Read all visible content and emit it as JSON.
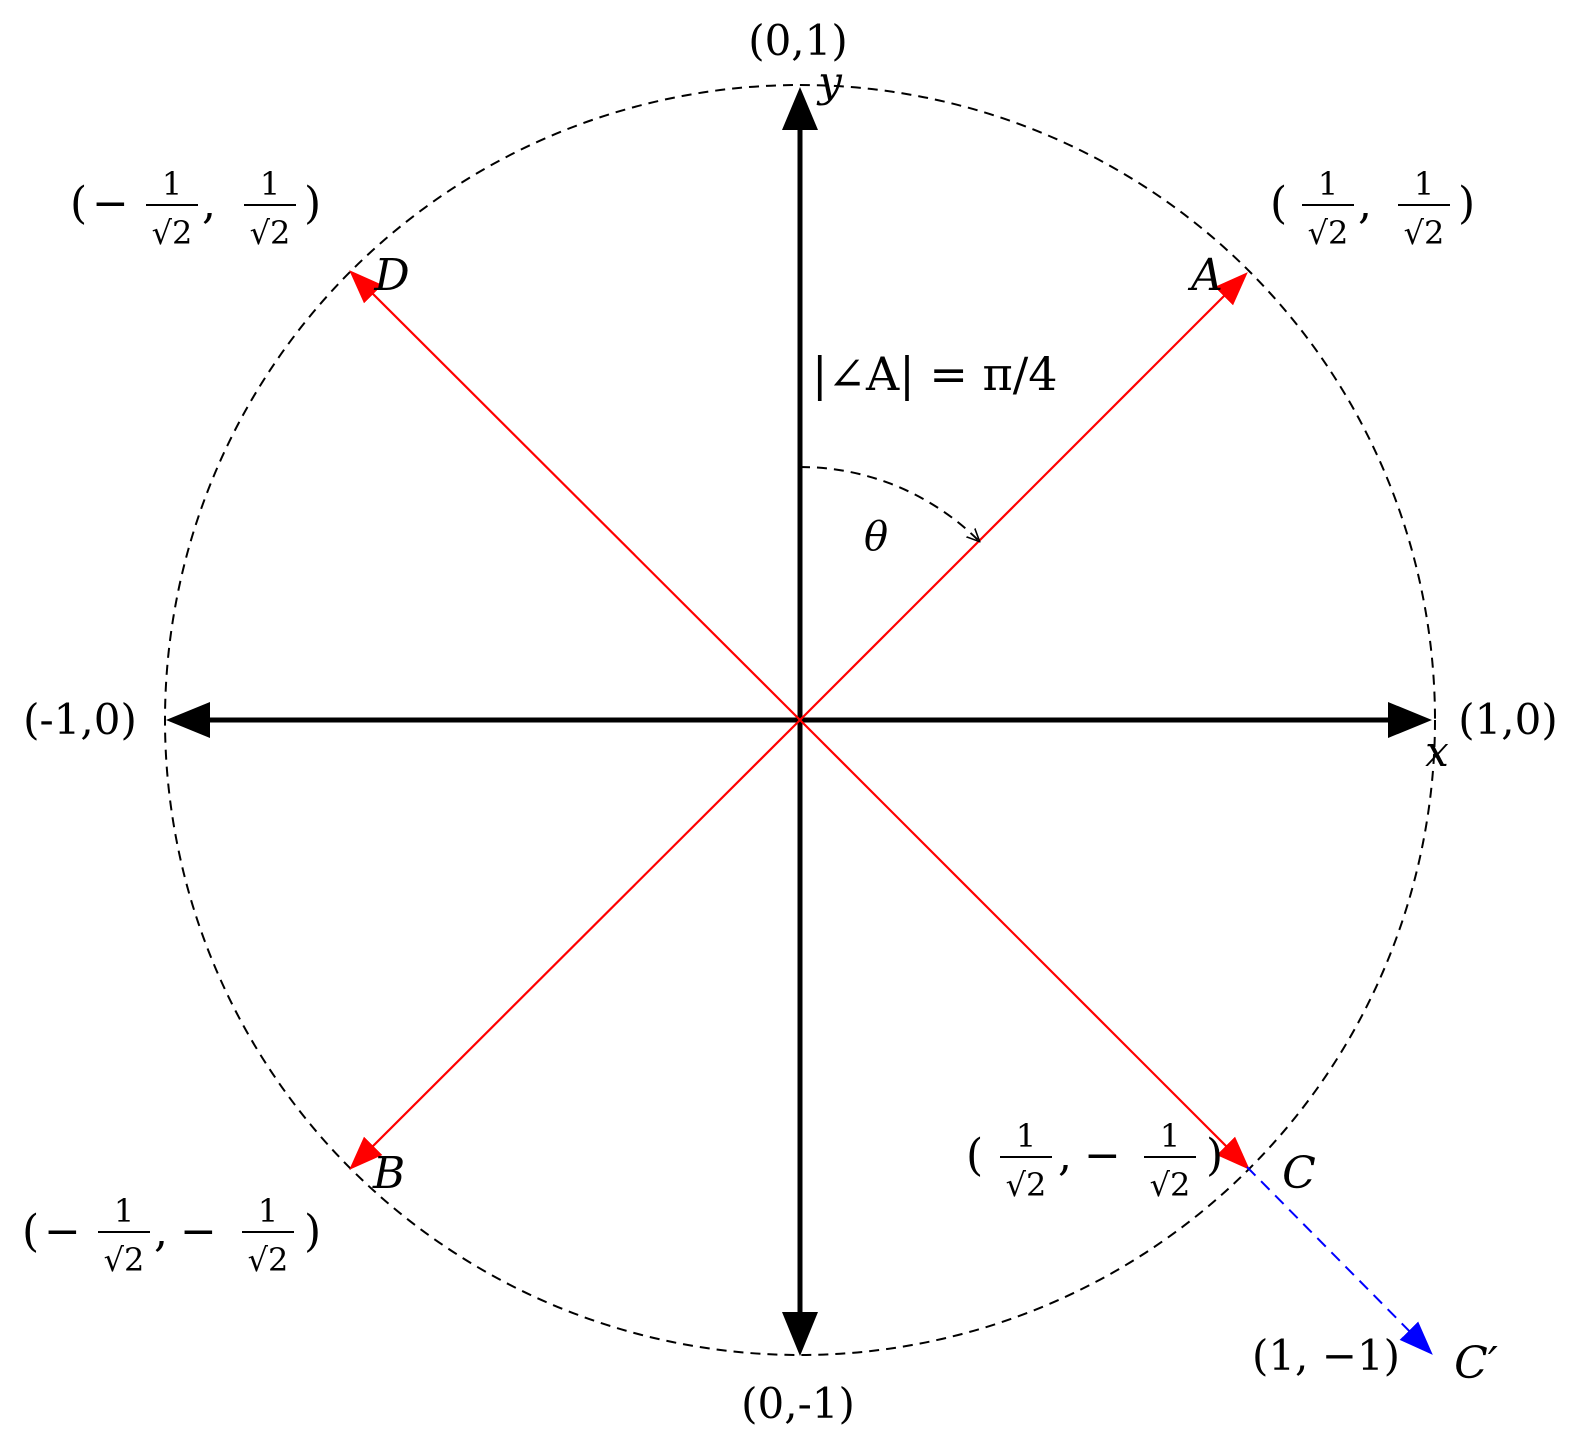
{
  "diagram": {
    "axis_labels": {
      "x": "x",
      "y": "y"
    },
    "axis_points": {
      "top": "(0,1)",
      "bottom": "(0,-1)",
      "left": "(-1,0)",
      "right": "(1,0)"
    },
    "points": {
      "A": {
        "label": "A",
        "coord_x": "1/√2",
        "coord_y": "1/√2"
      },
      "B": {
        "label": "B",
        "coord_x": "−1/√2",
        "coord_y": "−1/√2"
      },
      "C": {
        "label": "C",
        "coord_x": "1/√2",
        "coord_y": "−1/√2"
      },
      "D": {
        "label": "D",
        "coord_x": "−1/√2",
        "coord_y": "1/√2"
      },
      "C_prime": {
        "label": "C′",
        "coord": "(1, −1)"
      }
    },
    "angle_annotation": "|∠A| = π/4",
    "angle_symbol": "θ",
    "frac_one": "1",
    "frac_root": "√2",
    "minus": "−",
    "colors": {
      "axes": "#000000",
      "vectors": "#ff0000",
      "projection": "#0000ff",
      "circle": "#000000"
    }
  }
}
